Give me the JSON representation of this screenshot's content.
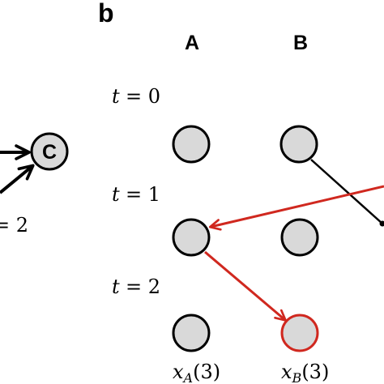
{
  "panel_label": "b",
  "columns": {
    "a": "A",
    "b": "B"
  },
  "time_labels": {
    "t0": {
      "var": "t",
      "eq": "= 0"
    },
    "t1": {
      "var": "t",
      "eq": "= 1"
    },
    "t2": {
      "var": "t",
      "eq": "= 2"
    }
  },
  "left_fragment": {
    "node_label": "C",
    "eq_fragment": "= 2"
  },
  "output_labels": {
    "a": {
      "x": "x",
      "sub": "A",
      "arg": "(3)"
    },
    "b": {
      "x": "x",
      "sub": "B",
      "arg": "(3)"
    }
  },
  "colors": {
    "node_fill": "#d9d9d9",
    "node_stroke": "#000000",
    "black_edge": "#000000",
    "red_edge": "#d0281f"
  }
}
